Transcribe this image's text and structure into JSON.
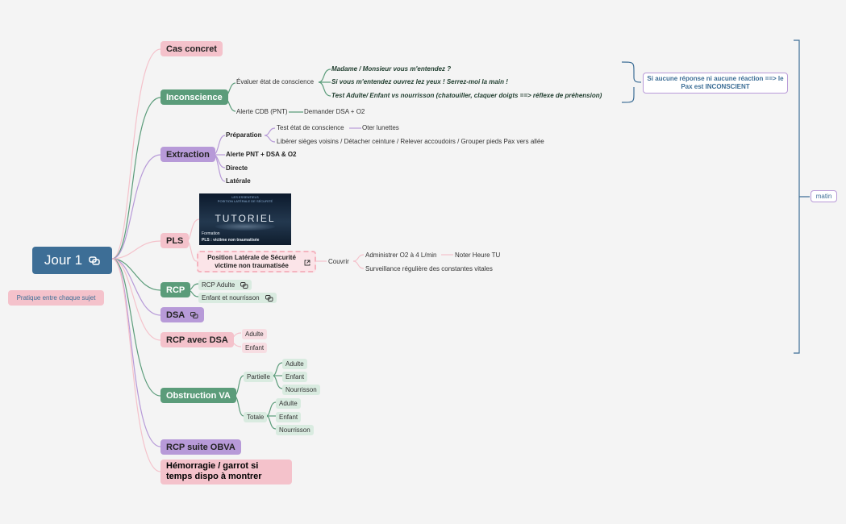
{
  "root": {
    "label": "Jour 1",
    "icon": "link-icon"
  },
  "practice_note": "Pratique entre chaque sujet",
  "topics": {
    "cas_concret": "Cas concret",
    "inconscience": "Inconscience",
    "extraction": "Extraction",
    "pls": "PLS",
    "rcp": "RCP",
    "dsa": "DSA",
    "rcp_dsa": "RCP avec DSA",
    "obstruction": "Obstruction VA",
    "rcp_obva": "RCP suite OBVA",
    "hemorragie": "Hémorragie / garrot si temps dispo à montrer"
  },
  "inconscience": {
    "evaluer": "Évaluer état de conscience",
    "items": [
      "Madame / Monsieur vous m'entendez ?",
      "Si vous m'entendez ouvrez lez yeux ! Serrez-moi la main !",
      "Test Adulte/ Enfant vs nourrisson (chatouiller, claquer doigts ==> réflexe de préhension)"
    ],
    "callout": "Si aucune réponse ni aucune réaction ==> le Pax est INCONSCIENT",
    "alerte": "Alerte CDB (PNT)",
    "demander": "Demander DSA + O2"
  },
  "extraction": {
    "preparation": "Préparation",
    "test": "Test état de conscience",
    "oter": "Oter lunettes",
    "liberer": "Libérer sièges voisins / Détacher ceinture / Relever accoudoirs / Grouper pieds Pax vers allée",
    "alerte": "Alerte PNT + DSA & O2",
    "directe": "Directe",
    "laterale": "Latérale"
  },
  "pls": {
    "image": {
      "line1": "LES ESSENTIELS",
      "line2": "POSITION LATÉRALE DE SÉCURITÉ",
      "title": "TUTORIEL",
      "formation": "Formation",
      "caption": "PLS : victime non traumatisée"
    },
    "box": "Position Latérale de Sécurité victime non traumatisée",
    "couvrir": "Couvrir",
    "administrer": "Administrer O2 à 4 L/min",
    "noter": "Noter Heure TU",
    "surveillance": "Surveillance régulière des constantes vitales"
  },
  "rcp": {
    "adulte": "RCP Adulte",
    "enfant": "Enfant et nourrisson"
  },
  "rcp_dsa": {
    "adulte": "Adulte",
    "enfant": "Enfant"
  },
  "obstruction": {
    "partielle": "Partielle",
    "totale": "Totale",
    "partielle_items": [
      "Adulte",
      "Enfant",
      "Nourrisson"
    ],
    "totale_items": [
      "Adulte",
      "Enfant",
      "Nourrisson"
    ]
  },
  "matin": "matin",
  "colors": {
    "pink": "#f4c2cb",
    "green": "#5b9c7a",
    "purple": "#b79ad8",
    "blue": "#3d6e96"
  }
}
